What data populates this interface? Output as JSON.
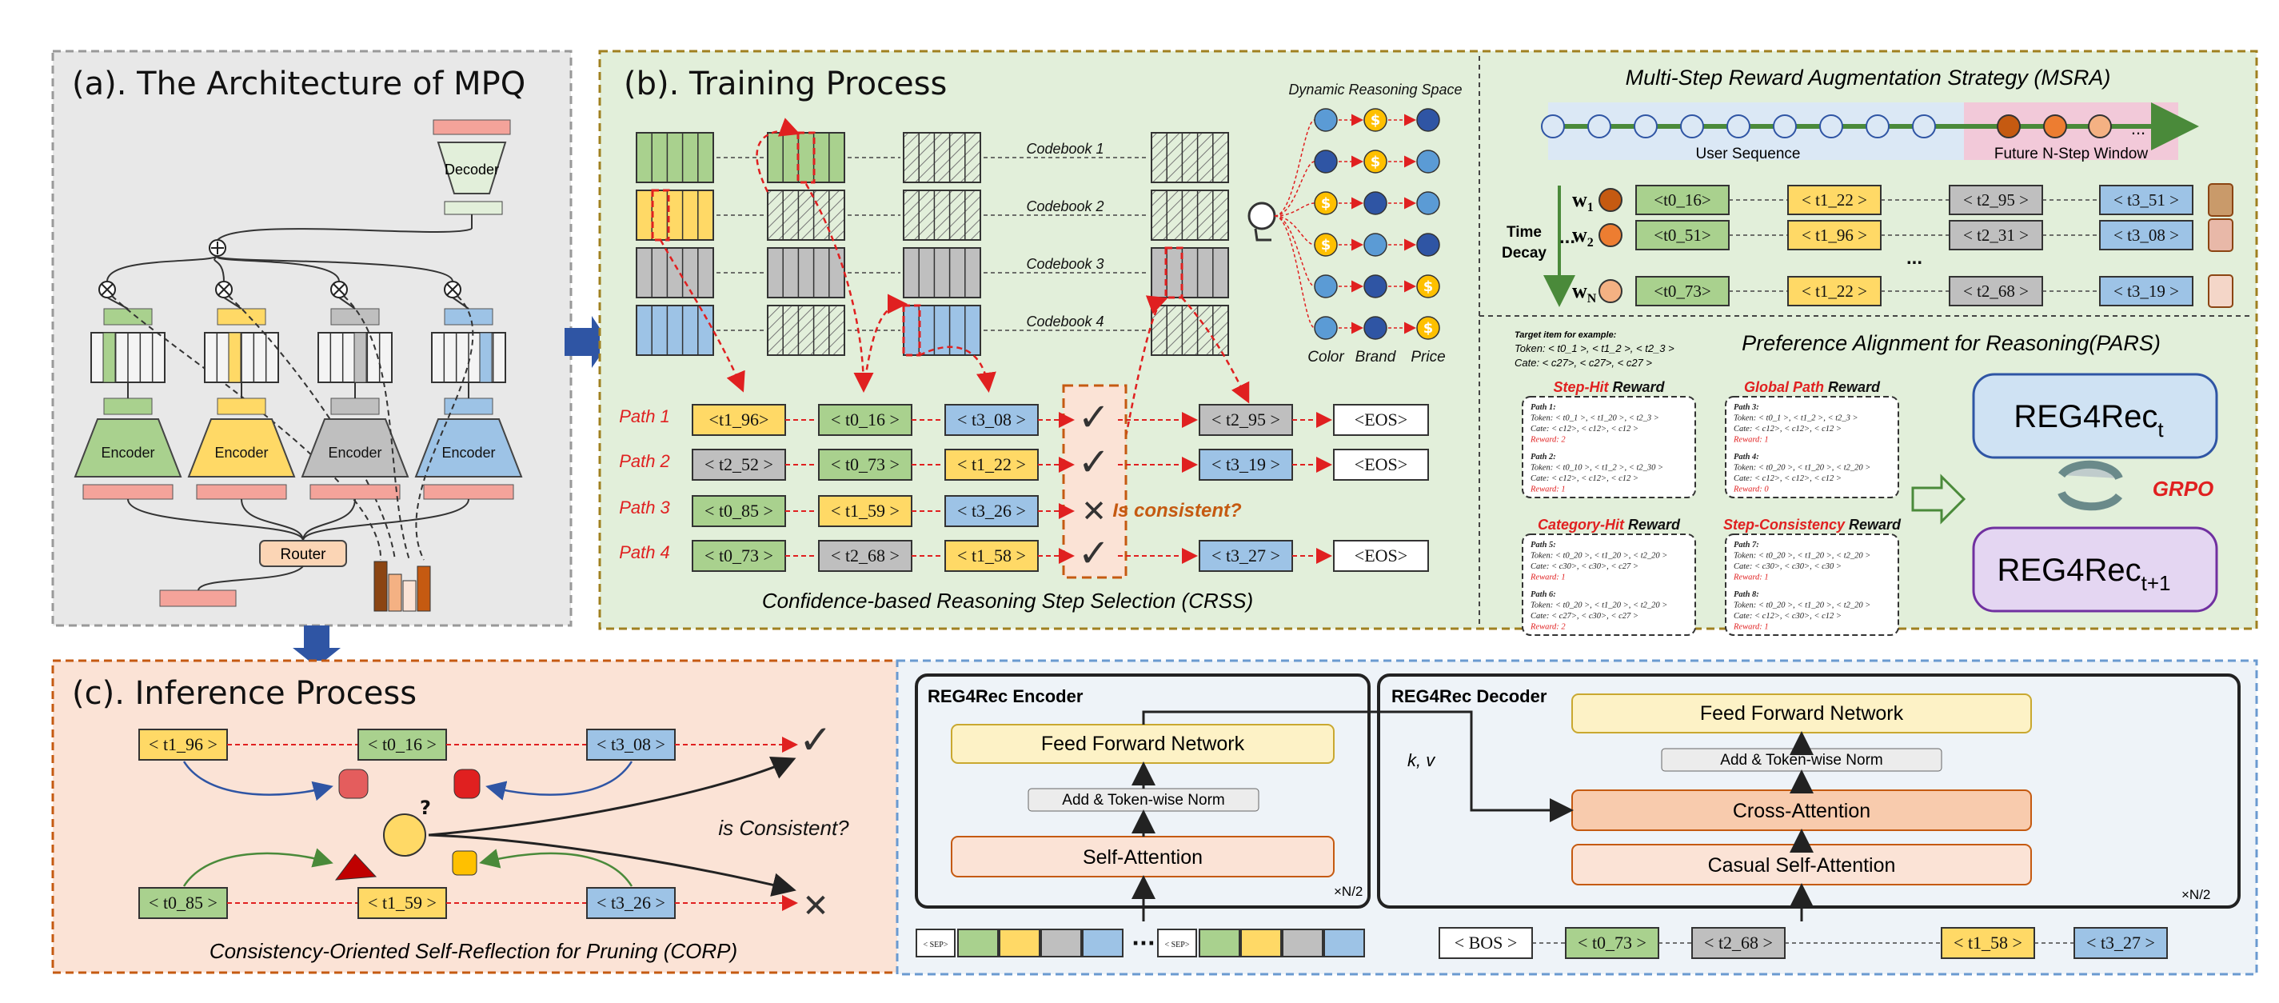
{
  "panel_a": {
    "title": "(a). The Architecture of MPQ",
    "decoder_label": "Decoder",
    "encoder_label": "Encoder",
    "router_label": "Router"
  },
  "panel_b": {
    "title": "(b). Training Process",
    "codebooks": [
      "Codebook 1",
      "Codebook 2",
      "Codebook 3",
      "Codebook 4"
    ],
    "dynamic_space_title": "Dynamic Reasoning Space",
    "dynamic_labels": [
      "Color",
      "Brand",
      "Price"
    ],
    "paths": [
      {
        "label": "Path 1",
        "tokens": [
          "<t1_96>",
          "< t0_16 >",
          "< t3_08 >"
        ],
        "check": "✓",
        "after": "< t2_95 >",
        "eos": "<EOS>"
      },
      {
        "label": "Path 2",
        "tokens": [
          "< t2_52 >",
          "< t0_73 >",
          "< t1_22 >"
        ],
        "check": "✓",
        "after": "< t3_19 >",
        "eos": "<EOS>"
      },
      {
        "label": "Path 3",
        "tokens": [
          "< t0_85 >",
          "< t1_59 >",
          "< t3_26 >"
        ],
        "check": "✕",
        "after": "",
        "eos": ""
      },
      {
        "label": "Path 4",
        "tokens": [
          "< t0_73 >",
          "< t2_68 >",
          "< t1_58 >"
        ],
        "check": "✓",
        "after": "< t3_27 >",
        "eos": "<EOS>"
      }
    ],
    "is_consistent": "Is consistent?",
    "caption": "Confidence-based Reasoning Step Selection (CRSS)"
  },
  "msra": {
    "title": "Multi-Step Reward Augmentation Strategy (MSRA)",
    "user_sequence": "User Sequence",
    "future_window": "Future N-Step Window",
    "ellipsis": "...",
    "time_decay": [
      "Time",
      "Decay"
    ],
    "rows": [
      {
        "w": "w",
        "sub": "1",
        "tokens": [
          "<t0_16>",
          "< t1_22 >",
          "< t2_95 >",
          "< t3_51 >"
        ]
      },
      {
        "w": "w",
        "sub": "2",
        "tokens": [
          "<t0_51>",
          "< t1_96 >",
          "< t2_31 >",
          "< t3_08 >"
        ]
      },
      {
        "w": "w",
        "sub": "N",
        "tokens": [
          "<t0_73>",
          "< t1_22 >",
          "< t2_68 >",
          "< t3_19 >"
        ]
      }
    ]
  },
  "pars": {
    "title": "Preference Alignment for Reasoning(PARS)",
    "target_lines": [
      "Target item for example:",
      "Token: < t0_1 >, < t1_2 >, < t2_3 >",
      "Cate: < c27>, < c27>, < c27 >"
    ],
    "rewards": [
      {
        "name_red": "Step-Hit",
        "name_black": " Reward",
        "lines": [
          "Path 1:",
          "Token: < t0_1 >, < t1_20 >, < t2_3 >",
          "Cate: < c12>, < c12>, < c12 >",
          "Reward: 2",
          "Path 2:",
          "Token: < t0_10 >, < t1_2 >, < t2_30 >",
          "Cate: < c12>, < c12>, < c12 >",
          "Reward: 1"
        ]
      },
      {
        "name_red": "Global Path",
        "name_black": " Reward",
        "lines": [
          "Path 3:",
          "Token: < t0_1 >, < t1_2 >, < t2_3 >",
          "Cate: < c12>, < c12>, < c12 >",
          "Reward: 1",
          "Path 4:",
          "Token: < t0_20 >, < t1_20 >, < t2_20 >",
          "Cate: < c12>, < c12>, < c12 >",
          "Reward: 0"
        ]
      },
      {
        "name_red": "Category-Hit",
        "name_black": " Reward",
        "lines": [
          "Path 5:",
          "Token: < t0_20 >, < t1_20 >, < t2_20 >",
          "Cate: < c30>, < c30>, < c27 >",
          "Reward: 1",
          "Path 6:",
          "Token: < t0_20 >, < t1_20 >, < t2_20 >",
          "Cate: < c27>, < c30>, < c27 >",
          "Reward: 2"
        ]
      },
      {
        "name_red": "Step-Consistency",
        "name_black": " Reward",
        "lines": [
          "Path 7:",
          "Token: < t0_20 >, < t1_20 >, < t2_20 >",
          "Cate: < c30>, < c30>, < c30 >",
          "Reward: 1",
          "Path 8:",
          "Token: < t0_20 >, < t1_20 >, < t2_20 >",
          "Cate: < c12>, < c30>, < c12 >",
          "Reward: 1"
        ]
      }
    ],
    "reg_t": "REG4Rec",
    "reg_t_sub": "t",
    "grpo": "GRPO",
    "reg_t1": "REG4Rec",
    "reg_t1_sub": "t+1"
  },
  "panel_c": {
    "title": "(c). Inference Process",
    "top_tokens": [
      "< t1_96 >",
      "< t0_16 >",
      "< t3_08 >"
    ],
    "bottom_tokens": [
      "< t0_85 >",
      "< t1_59 >",
      "< t3_26 >"
    ],
    "is_consistent": "is Consistent?",
    "check": "✓",
    "cross": "✕",
    "caption": "Consistency-Oriented Self-Reflection for Pruning (CORP)"
  },
  "panel_d": {
    "encoder_title": "REG4Rec Encoder",
    "decoder_title": "REG4Rec Decoder",
    "ffn": "Feed Forward Network",
    "norm": "Add & Token-wise Norm",
    "self_attn": "Self-Attention",
    "cross_attn": "Cross-Attention",
    "casual_attn": "Casual Self-Attention",
    "nx": "×N/2",
    "kv": "k, v",
    "sep": "< SEP>",
    "ellipsis": "···",
    "bos": "< BOS >",
    "dec_tokens": [
      "< t0_73 >",
      "< t2_68 >",
      "< t1_58 >",
      "< t3_27 >"
    ]
  },
  "colors": {
    "green": "#a9d18e",
    "yellow": "#ffd966",
    "gray": "#bfbfbf",
    "blue": "#9dc3e6",
    "salmon": "#f4a39a",
    "red": "#e02020",
    "panel_a_bg": "#e8e8e8",
    "panel_b_bg": "#e2efda",
    "panel_c_bg": "#fbe3d6",
    "panel_d_bg": "#eef3f8"
  }
}
